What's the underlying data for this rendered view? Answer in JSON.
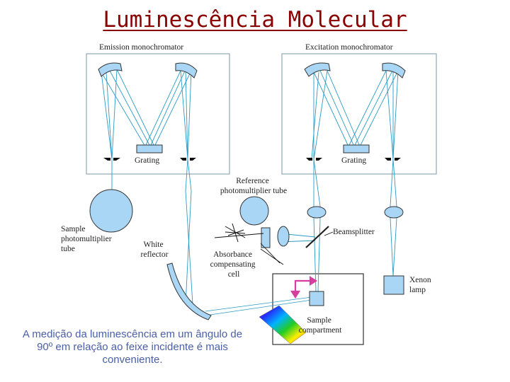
{
  "title": "Luminescência Molecular",
  "labels": {
    "emission_monochromator": "Emission monochromator",
    "excitation_monochromator": "Excitation monochromator",
    "grating_left": "Grating",
    "grating_right": "Grating",
    "reference_pmt": [
      "Reference",
      "photomultiplier tube"
    ],
    "sample_pmt": [
      "Sample",
      "photomultiplier",
      "tube"
    ],
    "white_reflector": [
      "White",
      "reflector"
    ],
    "absorbance_cell": [
      "Absorbance",
      "compensating",
      "cell"
    ],
    "beamsplitter": "Beamsplitter",
    "xenon_lamp": [
      "Xenon",
      "lamp"
    ],
    "sample_compartment": [
      "Sample",
      "compartment"
    ]
  },
  "caption": "A  medição da luminescência em um ângulo de 90º em relação ao feixe incidente é mais conveniente.",
  "colors": {
    "title": "#8b0000",
    "beam": "#2a9bc4",
    "component_fill": "#a9d6f5",
    "frame": "#8fa8b8",
    "arrow": "#d63fa0",
    "caption": "#4a5fa8"
  }
}
